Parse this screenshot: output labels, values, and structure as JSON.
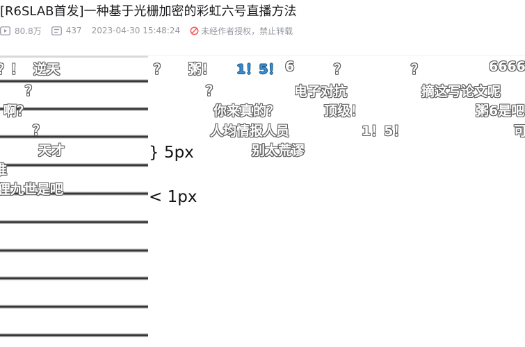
{
  "video": {
    "title": "[R6SLAB首发]一种基于光栅加密的彩虹六号直播方法",
    "views": "80.8万",
    "danmaku_count": "437",
    "publish_time": "2023-04-30 15:48:24",
    "copyright_notice": "未经作者授权，禁止转载",
    "icons": {
      "views": "play-count-icon",
      "danmaku": "danmaku-count-icon",
      "copyright": "forbidden-icon"
    },
    "colors": {
      "forbidden": "#f25d5d",
      "meta_text": "#9499a0",
      "blue_danmaku": "#3a8dd1"
    }
  },
  "annotations": {
    "gap_label": "} 5px",
    "line_label": "< 1px"
  },
  "danmaku": [
    "？！",
    "逆天",
    "？",
    "粥！",
    "1！5！",
    "6",
    "？",
    "？",
    "6666",
    "？",
    "？",
    "电子对抗",
    "摘这写论文呢",
    "啊？",
    "你来真的？",
    "顶级！",
    "粥6是吧",
    "？",
    "人均情报人员",
    "1！5！",
    "可",
    "天才",
    "别太荒谬",
    "谁",
    "狸九世是吧"
  ]
}
